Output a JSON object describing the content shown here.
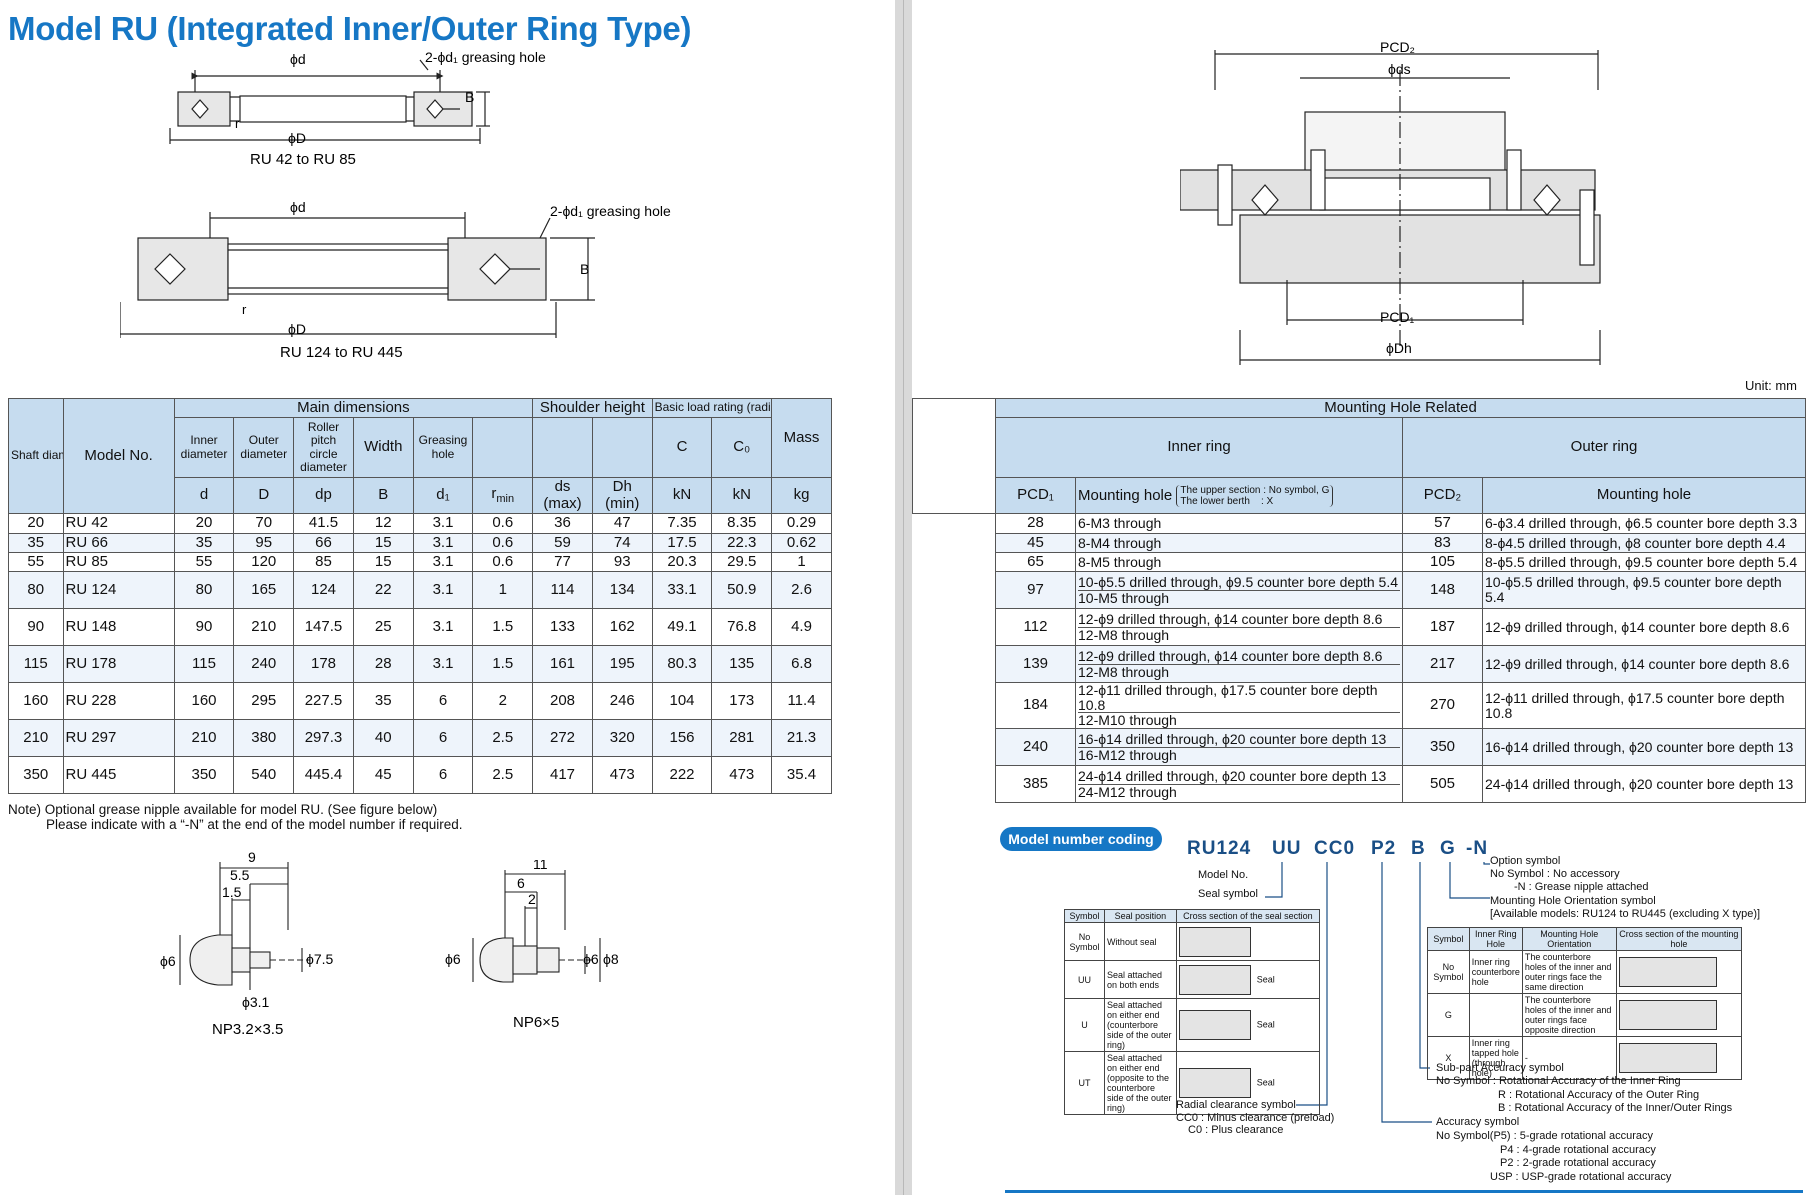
{
  "title": "Model RU (Integrated Inner/Outer Ring Type)",
  "fig1": {
    "phi_d": "ϕd",
    "greasing": "2-ϕd₁ greasing hole",
    "r": "r",
    "B": "B",
    "phi_D": "ϕD",
    "caption": "RU 42 to RU 85"
  },
  "fig2": {
    "phi_d": "ϕd",
    "greasing": "2-ϕd₁ greasing hole",
    "r": "r",
    "B": "B",
    "phi_D": "ϕD",
    "caption": "RU 124 to RU 445"
  },
  "fig3": {
    "pcd2": "PCD₂",
    "phi_ds": "ϕds",
    "pcd1": "PCD₁",
    "phi_Dh": "ϕDh"
  },
  "unit": "Unit: mm",
  "table": {
    "groups": {
      "shaft": "Shaft diameter",
      "model": "Model No.",
      "main": "Main dimensions",
      "shoulder": "Shoulder height",
      "basic_load": "Basic load rating (radial)",
      "mass": "Mass",
      "mounting": "Mounting Hole Related",
      "inner_ring": "Inner ring",
      "outer_ring": "Outer ring"
    },
    "subheads": {
      "inner": "Inner diameter",
      "outer": "Outer diameter",
      "roller": "Roller pitch circle diameter",
      "width": "Width",
      "greasing": "Greasing hole",
      "C": "C",
      "C0": "C₀"
    },
    "symbols": {
      "d": "d",
      "D": "D",
      "dp": "dp",
      "B": "B",
      "d1": "d₁",
      "rmin": "r",
      "rmin_sub": "min",
      "ds": "ds",
      "ds_u": "(max)",
      "Dh": "Dh",
      "Dh_u": "(min)",
      "kN1": "kN",
      "kN2": "kN",
      "kg": "kg",
      "pcd1": "PCD₁",
      "mounting_hole": "Mounting hole",
      "mh_note1": "The upper section : No symbol, G",
      "mh_note2": "The lower berth    : X",
      "pcd2": "PCD₂",
      "mounting_hole2": "Mounting hole"
    },
    "rows": [
      {
        "shaft": "20",
        "model": "RU 42",
        "d": "20",
        "D": "70",
        "dp": "41.5",
        "B": "12",
        "d1": "3.1",
        "r": "0.6",
        "ds": "36",
        "Dh": "47",
        "C": "7.35",
        "C0": "8.35",
        "kg": "0.29",
        "pcd1": "28",
        "ih1": "6-M3 through",
        "ih2": "",
        "pcd2": "57",
        "oh": "6-ϕ3.4 drilled through, ϕ6.5 counter bore depth 3.3"
      },
      {
        "shaft": "35",
        "model": "RU 66",
        "d": "35",
        "D": "95",
        "dp": "66",
        "B": "15",
        "d1": "3.1",
        "r": "0.6",
        "ds": "59",
        "Dh": "74",
        "C": "17.5",
        "C0": "22.3",
        "kg": "0.62",
        "pcd1": "45",
        "ih1": "8-M4 through",
        "ih2": "",
        "pcd2": "83",
        "oh": "8-ϕ4.5 drilled through, ϕ8 counter bore depth 4.4"
      },
      {
        "shaft": "55",
        "model": "RU 85",
        "d": "55",
        "D": "120",
        "dp": "85",
        "B": "15",
        "d1": "3.1",
        "r": "0.6",
        "ds": "77",
        "Dh": "93",
        "C": "20.3",
        "C0": "29.5",
        "kg": "1",
        "pcd1": "65",
        "ih1": "8-M5 through",
        "ih2": "",
        "pcd2": "105",
        "oh": "8-ϕ5.5 drilled through, ϕ9.5 counter bore depth 5.4"
      },
      {
        "shaft": "80",
        "model": "RU 124",
        "d": "80",
        "D": "165",
        "dp": "124",
        "B": "22",
        "d1": "3.1",
        "r": "1",
        "ds": "114",
        "Dh": "134",
        "C": "33.1",
        "C0": "50.9",
        "kg": "2.6",
        "pcd1": "97",
        "ih1": "10-ϕ5.5 drilled through, ϕ9.5 counter bore depth 5.4",
        "ih2": "10-M5 through",
        "pcd2": "148",
        "oh": "10-ϕ5.5 drilled through, ϕ9.5 counter bore depth 5.4"
      },
      {
        "shaft": "90",
        "model": "RU 148",
        "d": "90",
        "D": "210",
        "dp": "147.5",
        "B": "25",
        "d1": "3.1",
        "r": "1.5",
        "ds": "133",
        "Dh": "162",
        "C": "49.1",
        "C0": "76.8",
        "kg": "4.9",
        "pcd1": "112",
        "ih1": "12-ϕ9 drilled through, ϕ14 counter bore depth 8.6",
        "ih2": "12-M8  through",
        "pcd2": "187",
        "oh": "12-ϕ9 drilled through, ϕ14 counter bore depth 8.6"
      },
      {
        "shaft": "115",
        "model": "RU 178",
        "d": "115",
        "D": "240",
        "dp": "178",
        "B": "28",
        "d1": "3.1",
        "r": "1.5",
        "ds": "161",
        "Dh": "195",
        "C": "80.3",
        "C0": "135",
        "kg": "6.8",
        "pcd1": "139",
        "ih1": "12-ϕ9 drilled through, ϕ14 counter bore depth 8.6",
        "ih2": "12-M8  through",
        "pcd2": "217",
        "oh": "12-ϕ9 drilled through, ϕ14 counter bore depth 8.6"
      },
      {
        "shaft": "160",
        "model": "RU 228",
        "d": "160",
        "D": "295",
        "dp": "227.5",
        "B": "35",
        "d1": "6",
        "r": "2",
        "ds": "208",
        "Dh": "246",
        "C": "104",
        "C0": "173",
        "kg": "11.4",
        "pcd1": "184",
        "ih1": "12-ϕ11 drilled through, ϕ17.5 counter bore depth 10.8",
        "ih2": "12-M10  through",
        "pcd2": "270",
        "oh": "12-ϕ11 drilled through, ϕ17.5 counter bore depth 10.8"
      },
      {
        "shaft": "210",
        "model": "RU 297",
        "d": "210",
        "D": "380",
        "dp": "297.3",
        "B": "40",
        "d1": "6",
        "r": "2.5",
        "ds": "272",
        "Dh": "320",
        "C": "156",
        "C0": "281",
        "kg": "21.3",
        "pcd1": "240",
        "ih1": "16-ϕ14 drilled through, ϕ20 counter bore depth 13",
        "ih2": "16-M12  through",
        "pcd2": "350",
        "oh": "16-ϕ14 drilled through, ϕ20 counter bore depth 13"
      },
      {
        "shaft": "350",
        "model": "RU 445",
        "d": "350",
        "D": "540",
        "dp": "445.4",
        "B": "45",
        "d1": "6",
        "r": "2.5",
        "ds": "417",
        "Dh": "473",
        "C": "222",
        "C0": "473",
        "kg": "35.4",
        "pcd1": "385",
        "ih1": "24-ϕ14 drilled through, ϕ20 counter bore depth 13",
        "ih2": "24-M12  through",
        "pcd2": "505",
        "oh": "24-ϕ14 drilled through, ϕ20 counter bore depth 13"
      }
    ]
  },
  "note": {
    "line1": "Note) Optional grease nipple available for model RU. (See figure below)",
    "line2": "Please indicate with a “-N” at the end of the model number if required."
  },
  "nipple1": {
    "d9": "9",
    "d55": "5.5",
    "d15": "1.5",
    "phi6": "ϕ6",
    "phi75": "ϕ7.5",
    "phi31": "ϕ3.1",
    "caption": "NP3.2×3.5"
  },
  "nipple2": {
    "d11": "11",
    "d6": "6",
    "d2": "2",
    "phi6a": "ϕ6",
    "phi6b": "ϕ6",
    "phi8": "ϕ8",
    "caption": "NP6×5"
  },
  "coding": {
    "badge": "Model number coding",
    "parts": [
      "RU124",
      "UU",
      "CC0",
      "P2",
      "B",
      "G",
      "-N"
    ],
    "model_no": "Model No.",
    "seal_symbol": "Seal symbol",
    "option_symbol": "Option symbol",
    "no_symbol_acc": "No Symbol : No accessory",
    "n_grease": "-N : Grease nipple attached",
    "mhos": "Mounting Hole Orientation symbol",
    "available": "[Available models: RU124 to RU445 (excluding X type)]",
    "seal_table": {
      "head": [
        "Symbol",
        "Seal position",
        "Cross section of the seal section"
      ],
      "rows": [
        {
          "sym": "No Symbol",
          "pos": "Without seal",
          "seal": ""
        },
        {
          "sym": "UU",
          "pos": "Seal attached on both ends",
          "seal": "Seal"
        },
        {
          "sym": "U",
          "pos": "Seal attached on either end (counterbore side of the outer ring)",
          "seal": "Seal"
        },
        {
          "sym": "UT",
          "pos": "Seal attached on either end (opposite to the counterbore side of the outer ring)",
          "seal": "Seal"
        }
      ]
    },
    "hole_table": {
      "head": [
        "Symbol",
        "Inner Ring Hole",
        "Mounting Hole Orientation",
        "Cross section of the mounting hole"
      ],
      "rows": [
        {
          "sym": "No Symbol",
          "hole": "Inner ring counterbore hole",
          "orient": "The counterbore holes of the inner and outer rings face the same direction"
        },
        {
          "sym": "G",
          "hole": "",
          "orient": "The counterbore holes of the inner and outer rings face opposite direction"
        },
        {
          "sym": "X",
          "hole": "Inner ring tapped hole (through hole)",
          "orient": "-"
        }
      ]
    },
    "subpart": "Sub-part Accuracy symbol",
    "sub_no": "No Symbol : Rotational Accuracy of the Inner Ring",
    "sub_r": "R : Rotational Accuracy of the Outer Ring",
    "sub_b": "B : Rotational Accuracy of the Inner/Outer Rings",
    "radial": "Radial clearance symbol",
    "cc0": "CC0 : Minus clearance (preload)",
    "c0": "C0 : Plus clearance",
    "accuracy": "Accuracy symbol",
    "p5": "No Symbol(P5) : 5-grade rotational accuracy",
    "p4": "P4 : 4-grade rotational accuracy",
    "p2": "P2 : 2-grade rotational accuracy",
    "usp": "USP : USP-grade rotational accuracy"
  },
  "colors": {
    "accent": "#1677c5",
    "header_fill": "#c6dcef",
    "code_text": "#1a4f86"
  }
}
